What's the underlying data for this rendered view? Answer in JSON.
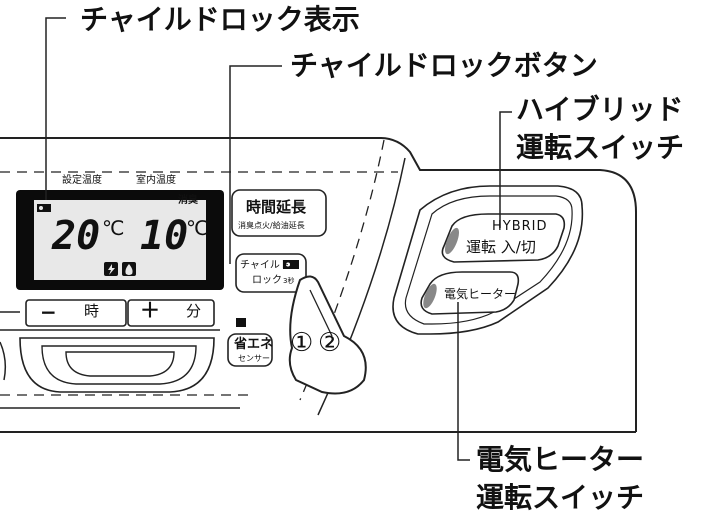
{
  "callouts": {
    "child_lock_display": "チャイルドロック表示",
    "child_lock_button": "チャイルドロックボタン",
    "hybrid_switch_line1": "ハイブリッド",
    "hybrid_switch_line2": "運転スイッチ",
    "electric_heater_line1": "電気ヒーター",
    "electric_heater_line2": "運転スイッチ"
  },
  "display": {
    "set_temp_label": "設定温度",
    "room_temp_label": "室内温度",
    "deodorize_label": "消臭",
    "set_temp_value": "20",
    "room_temp_value": "10",
    "unit": "℃"
  },
  "buttons": {
    "time_extend": "時間延長",
    "time_extend_sub": "消臭点火/給油延長",
    "child_lock": "チャイルド",
    "child_lock_line2": "ロック",
    "child_lock_hold": "3秒",
    "minus": "−",
    "hour": "時",
    "plus": "＋",
    "minute": "分",
    "eco": "省エネ",
    "eco_sub": "センサー",
    "hybrid": "HYBRID",
    "hybrid_onoff": "運転 入/切",
    "electric_heater": "電気ヒーター"
  },
  "steps": {
    "step1": "①",
    "step2": "②"
  }
}
